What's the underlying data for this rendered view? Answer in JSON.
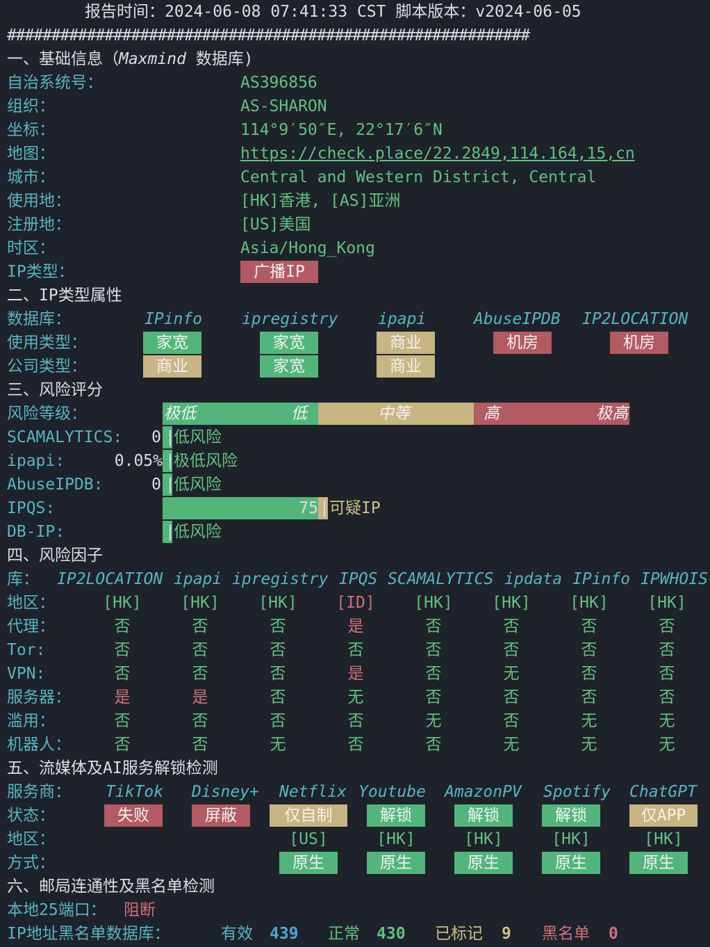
{
  "header": {
    "line": "报告时间：2024-06-08 07:41:33 CST  脚本版本：v2024-06-05",
    "hashes": "###########################################################"
  },
  "s1": {
    "title_pre": "一、基础信息（",
    "title_it": "Maxmind",
    "title_post": " 数据库)",
    "rows": [
      {
        "label": "自治系统号：",
        "value": "AS396856"
      },
      {
        "label": "组织：",
        "value": "AS-SHARON"
      },
      {
        "label": "坐标：",
        "value": "114°9′50″E, 22°17′6″N"
      },
      {
        "label": "地图：",
        "value": "https://check.place/22.2849,114.164,15,cn"
      },
      {
        "label": "城市：",
        "value": "Central and Western District, Central"
      },
      {
        "label": "使用地：",
        "value": "[HK]香港, [AS]亚洲"
      },
      {
        "label": "注册地：",
        "value": "[US]美国"
      },
      {
        "label": "时区：",
        "value": "Asia/Hong_Kong"
      },
      {
        "label": "IP类型：",
        "value": "广播IP"
      }
    ]
  },
  "s2": {
    "title": "二、IP类型属性",
    "db_label": "数据库：",
    "dbs": [
      "IPinfo",
      "ipregistry",
      "ipapi",
      "AbuseIPDB",
      "IP2LOCATION"
    ],
    "usage_label": "使用类型：",
    "usage": [
      "家宽",
      "家宽",
      "商业",
      "机房",
      "机房"
    ],
    "company_label": "公司类型：",
    "company": [
      "商业",
      "家宽",
      "商业"
    ]
  },
  "s3": {
    "title": "三、风险评分",
    "level_label": "风险等级：",
    "levels": [
      "极低",
      "低",
      "中等",
      "高",
      "极高"
    ],
    "scores": [
      {
        "label": "SCAMALYTICS:",
        "value": "0",
        "text": "低风险",
        "pct": 0
      },
      {
        "label": "ipapi:",
        "value": "0.05%",
        "text": "极低风险",
        "pct": 0
      },
      {
        "label": "AbuseIPDB:",
        "value": "0",
        "text": "低风险",
        "pct": 0
      },
      {
        "label": "IPQS:",
        "value": "75",
        "text": "可疑IP",
        "pct": 75
      },
      {
        "label": "DB-IP:",
        "value": "",
        "text": "低风险",
        "pct": 0
      }
    ]
  },
  "s4": {
    "title": "四、风险因子",
    "lib_label": "库：",
    "libs": [
      "IP2LOCATION",
      "ipapi",
      "ipregistry",
      "IPQS",
      "SCAMALYTICS",
      "ipdata",
      "IPinfo",
      "IPWHOIS"
    ],
    "rows": [
      {
        "label": "地区：",
        "cells": [
          "[HK]",
          "[HK]",
          "[HK]",
          "[ID]",
          "[HK]",
          "[HK]",
          "[HK]",
          "[HK]"
        ]
      },
      {
        "label": "代理：",
        "cells": [
          "否",
          "否",
          "否",
          "是",
          "否",
          "否",
          "否",
          "否"
        ]
      },
      {
        "label": "Tor:",
        "cells": [
          "否",
          "否",
          "否",
          "否",
          "否",
          "否",
          "否",
          "否"
        ]
      },
      {
        "label": "VPN:",
        "cells": [
          "否",
          "否",
          "否",
          "是",
          "否",
          "无",
          "否",
          "否"
        ]
      },
      {
        "label": "服务器：",
        "cells": [
          "是",
          "是",
          "否",
          "无",
          "否",
          "否",
          "否",
          "否"
        ]
      },
      {
        "label": "滥用：",
        "cells": [
          "否",
          "否",
          "否",
          "否",
          "无",
          "否",
          "无",
          "无"
        ]
      },
      {
        "label": "机器人：",
        "cells": [
          "否",
          "否",
          "无",
          "否",
          "否",
          "无",
          "无",
          "无"
        ]
      }
    ]
  },
  "s5": {
    "title": "五、流媒体及AI服务解锁检测",
    "svc_label": "服务商：",
    "services": [
      "TikTok",
      "Disney+",
      "Netflix",
      "Youtube",
      "AmazonPV",
      "Spotify",
      "ChatGPT"
    ],
    "status_label": "状态：",
    "status": [
      "失败",
      "屏蔽",
      "仅自制",
      "解锁",
      "解锁",
      "解锁",
      "仅APP"
    ],
    "region_label": "地区：",
    "regions": [
      "",
      "",
      "[US]",
      "[HK]",
      "[HK]",
      "[HK]",
      "[HK]"
    ],
    "mode_label": "方式：",
    "modes": [
      "",
      "",
      "原生",
      "原生",
      "原生",
      "原生",
      "原生"
    ]
  },
  "s6": {
    "title": "六、邮局连通性及黑名单检测",
    "port_label": "本地25端口：",
    "port_value": "阻断",
    "bl_label": "IP地址黑名单数据库：",
    "valid_label": "有效",
    "valid": "439",
    "normal_label": "正常",
    "normal": "430",
    "marked_label": "已标记",
    "marked": "9",
    "black_label": "黑名单",
    "black": "0"
  },
  "colors": {
    "cyan": "#56b6c2",
    "green": "#52b67b",
    "red": "#b35a62",
    "yellow": "#c7b582",
    "bg": "#1e222a"
  }
}
